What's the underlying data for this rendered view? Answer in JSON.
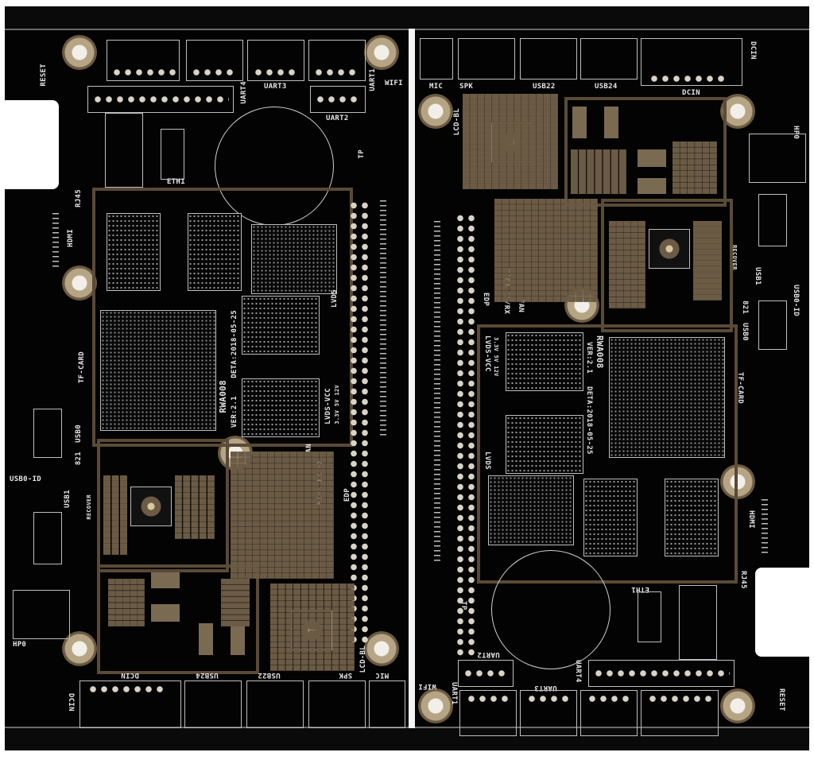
{
  "scene": {
    "description": "Photo of a PCB panel containing two identical black-soldermask boards rotated 180 degrees relative to each other, separated by a routing slot",
    "colors": {
      "soldermask": "#050505",
      "silkscreen": "#e6e6e6",
      "copper_pad": "#7a6a52",
      "hole_ring": "#b5a584",
      "background": "#ffffff"
    }
  },
  "board_left": {
    "connectors": {
      "reset": "RESET",
      "uart4": "UART4",
      "uart3": "UART3",
      "uart2": "UART2",
      "uart1": "UART1",
      "wifi": "WIFI",
      "eth": "ETH1",
      "rj45": "RJ45",
      "hdmi": "HDMI",
      "tp": "TP",
      "lvds": "LVDS",
      "tf_card": "TF-CARD",
      "usb0": "USB0",
      "usb0_id": "USB0-ID",
      "usb1": "USB1",
      "recover": "RECOVER",
      "hp0": "HP0",
      "dcin_side": "DCIN",
      "dcin": "DCIN",
      "usb24": "USB24",
      "usb22": "USB22",
      "spk": "SPK",
      "mic": "MIC",
      "lcd_bl": "LCD-BL",
      "edp": "EDP",
      "fan": "FAN",
      "mipi": "MIPI-TX/RX",
      "lvds_vcc": "LVDS-VCC",
      "lvds_volt": "3.3V 5V 12V",
      "sw_mark": "821"
    },
    "board_id": "RWA008",
    "version": "VER:2.1",
    "date": "DETA:2018-05-25"
  },
  "board_right": {
    "connectors": {
      "mic": "MIC",
      "spk": "SPK",
      "usb22": "USB22",
      "usb24": "USB24",
      "dcin": "DCIN",
      "dcin_side": "DCIN",
      "hp0": "HP0",
      "lcd_bl": "LCD-BL",
      "edp": "EDP",
      "mipi": "MIPI-TX/RX",
      "fan": "FAN",
      "usb1": "USB1",
      "recover": "RECOVER",
      "usb0_id": "USB0-ID",
      "usb0": "USB0",
      "tf_card": "TF-CARD",
      "hdmi": "HDMI",
      "lvds": "LVDS",
      "rj45": "RJ45",
      "eth": "ETH1",
      "tp": "TP",
      "uart2": "UART2",
      "uart1": "UART1",
      "wifi": "WIFI",
      "uart3": "UART3",
      "uart4": "UART4",
      "reset": "RESET",
      "lvds_vcc": "LVDS-VCC",
      "lvds_volt": "3.3V 5V 12V",
      "sw_mark": "821"
    },
    "board_id": "RWA008",
    "version": "VER:2.1",
    "date": "DETA:2018-05-25"
  }
}
